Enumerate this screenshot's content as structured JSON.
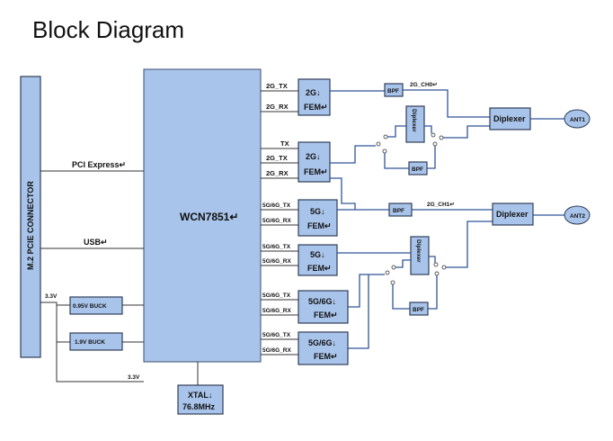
{
  "title": "Block Diagram",
  "connector": {
    "label": "M.2 PCIE CONNECTOR"
  },
  "core": {
    "label": "WCN7851↵"
  },
  "host_links": {
    "pci": "PCI Express↵",
    "usb": "USB↵",
    "v33_top": "3.3V",
    "v33_bottom": "3.3V"
  },
  "power": {
    "buck1": "0.95V BUCK",
    "buck2": "1.9V BUCK"
  },
  "xtal": {
    "line1": "XTAL↓",
    "line2": "76.8MHz"
  },
  "fems": [
    {
      "l1": "2G↓",
      "l2": "FEM↵",
      "sig1": "2G_TX",
      "sig2": "2G_RX"
    },
    {
      "l1": "2G↓",
      "l2": "FEM↵",
      "sig0": "TX",
      "sig1": "2G_TX",
      "sig2": "2G_RX"
    },
    {
      "l1": "5G↓",
      "l2": "FEM↵",
      "sig1": "5G/6G_TX",
      "sig2": "5G/6G_RX"
    },
    {
      "l1": "5G↓",
      "l2": "FEM↵",
      "sig1": "5G/6G_TX",
      "sig2": "5G/6G_RX"
    },
    {
      "l1": "5G/6G↓",
      "l2": "FEM↵",
      "sig1": "5G/6G_TX",
      "sig2": "5G/6G_RX"
    },
    {
      "l1": "5G/6G↓",
      "l2": "FEM↵",
      "sig1": "5G/6G_TX",
      "sig2": "5G/6G_RX"
    }
  ],
  "bpf_label": "BPF",
  "diplexer_small": "Diplexer",
  "diplexer_big": "Diplexer",
  "channels": {
    "ch0": "2G_CH0↵",
    "ch1": "2G_CH1↵"
  },
  "antennas": {
    "ant1": "ANT1",
    "ant2": "ANT2"
  }
}
